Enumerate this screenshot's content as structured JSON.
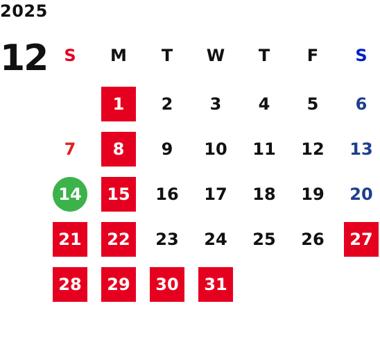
{
  "calendar": {
    "year": "2025",
    "month": "12",
    "weekdays": [
      "S",
      "M",
      "T",
      "W",
      "T",
      "F",
      "S"
    ],
    "weekday_colors": [
      "#e60020",
      "#111111",
      "#111111",
      "#111111",
      "#111111",
      "#111111",
      "#0020c8"
    ],
    "colors": {
      "holiday_bg": "#e60020",
      "today_bg": "#3cb34a",
      "sunday_text": "#e02020",
      "saturday_text": "#1e3f8f",
      "weekday_text": "#111111"
    },
    "weeks": [
      [
        null,
        {
          "d": "1",
          "s": "holiday"
        },
        {
          "d": "2"
        },
        {
          "d": "3"
        },
        {
          "d": "4"
        },
        {
          "d": "5"
        },
        {
          "d": "6",
          "s": "sat"
        }
      ],
      [
        {
          "d": "7",
          "s": "sun"
        },
        {
          "d": "8",
          "s": "holiday"
        },
        {
          "d": "9"
        },
        {
          "d": "10"
        },
        {
          "d": "11"
        },
        {
          "d": "12"
        },
        {
          "d": "13",
          "s": "sat"
        }
      ],
      [
        {
          "d": "14",
          "s": "today"
        },
        {
          "d": "15",
          "s": "holiday"
        },
        {
          "d": "16"
        },
        {
          "d": "17"
        },
        {
          "d": "18"
        },
        {
          "d": "19"
        },
        {
          "d": "20",
          "s": "sat"
        }
      ],
      [
        {
          "d": "21",
          "s": "holiday"
        },
        {
          "d": "22",
          "s": "holiday"
        },
        {
          "d": "23"
        },
        {
          "d": "24"
        },
        {
          "d": "25"
        },
        {
          "d": "26"
        },
        {
          "d": "27",
          "s": "holiday"
        }
      ],
      [
        {
          "d": "28",
          "s": "holiday"
        },
        {
          "d": "29",
          "s": "holiday"
        },
        {
          "d": "30",
          "s": "holiday"
        },
        {
          "d": "31",
          "s": "holiday"
        },
        null,
        null,
        null
      ]
    ]
  }
}
